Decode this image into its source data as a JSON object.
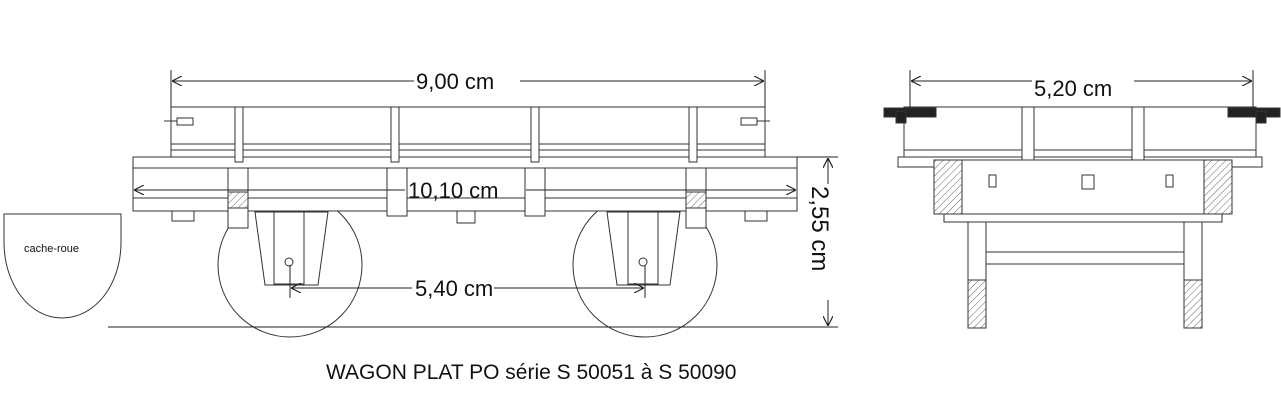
{
  "labels": {
    "length_top": "9,00 cm",
    "length_frame": "10,10 cm",
    "wheelbase": "5,40 cm",
    "height": "2,55 cm",
    "width": "5,20 cm",
    "wheel_cover": "cache-roue"
  },
  "caption": "WAGON PLAT PO série S 50051 à S 50090"
}
